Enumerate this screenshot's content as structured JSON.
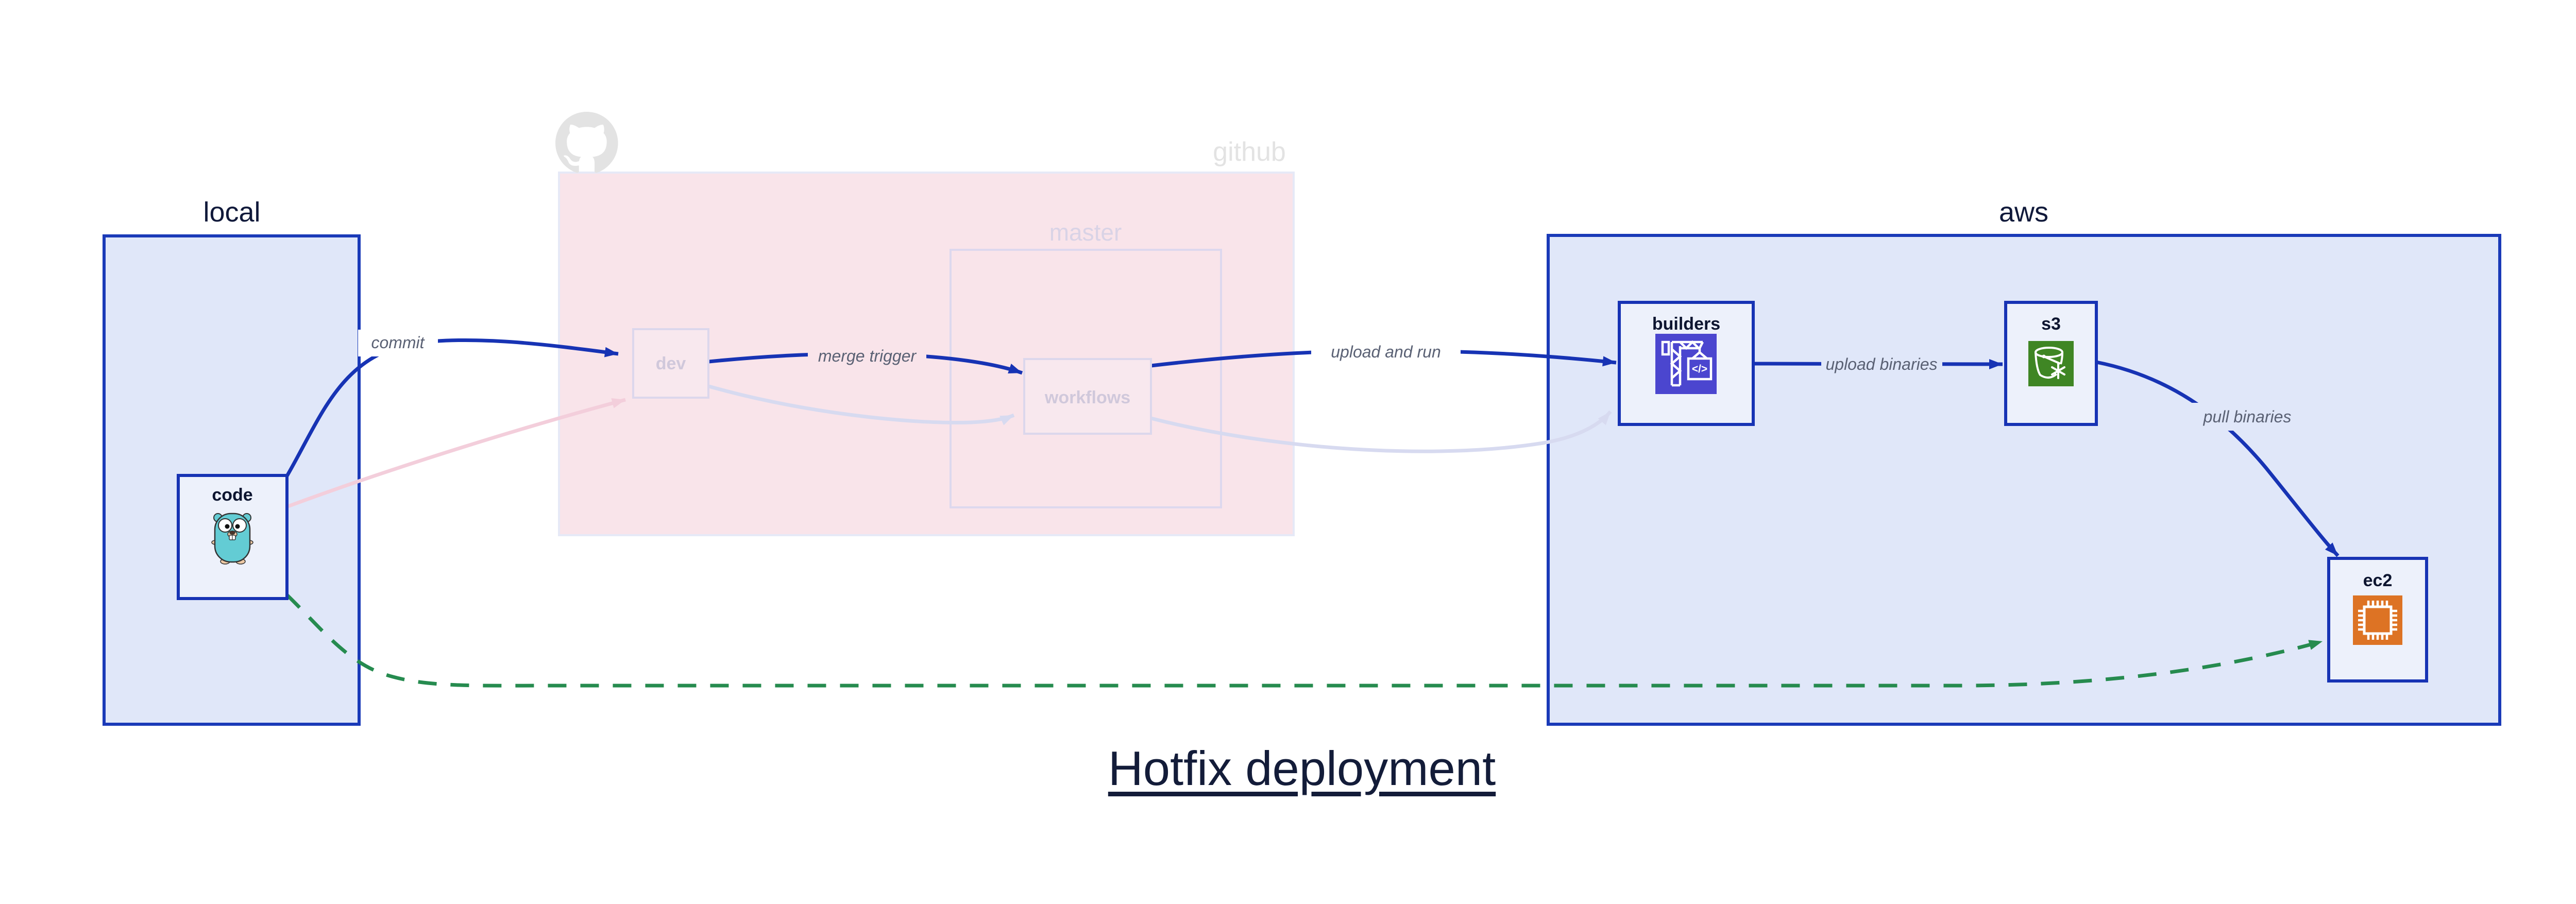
{
  "title": "Hotfix deployment",
  "containers": {
    "local": {
      "label": "local"
    },
    "github": {
      "label": "github",
      "master_label": "master"
    },
    "aws": {
      "label": "aws"
    }
  },
  "nodes": {
    "code": {
      "label": "code",
      "icon": "go-gopher-icon"
    },
    "dev": {
      "label": "dev"
    },
    "workflows": {
      "label": "workflows"
    },
    "builders": {
      "label": "builders",
      "icon": "aws-codebuild-icon",
      "icon_glyph": "</>"
    },
    "s3": {
      "label": "s3",
      "icon": "aws-s3-glacier-bucket-icon"
    },
    "ec2": {
      "label": "ec2",
      "icon": "aws-ec2-chip-icon"
    }
  },
  "edges": {
    "commit": {
      "label": "commit",
      "from": "code",
      "to": "dev",
      "style": "solid-blue"
    },
    "merge_trigger": {
      "label": "merge trigger",
      "from": "dev",
      "to": "workflows",
      "style": "solid-blue"
    },
    "upload_and_run": {
      "label": "upload and run",
      "from": "workflows",
      "to": "builders",
      "style": "solid-blue"
    },
    "upload_binaries": {
      "label": "upload binaries",
      "from": "builders",
      "to": "s3",
      "style": "solid-blue"
    },
    "pull_binaries": {
      "label": "pull binaries",
      "from": "s3",
      "to": "ec2",
      "style": "solid-blue"
    },
    "hotfix_direct": {
      "label": "",
      "from": "code",
      "to": "ec2",
      "style": "dashed-green"
    },
    "faded_code_to_dev": {
      "label": "",
      "from": "code",
      "to": "dev",
      "style": "faded-pink"
    },
    "faded_dev_to_workflows": {
      "label": "",
      "from": "dev",
      "to": "workflows",
      "style": "faded-lavender"
    },
    "faded_workflows_to_builders": {
      "label": "",
      "from": "workflows",
      "to": "builders",
      "style": "faded-lavender"
    }
  },
  "colors": {
    "flow_blue": "#1733b4",
    "container_border_blue": "#1a3ab8",
    "local_aws_fill": "#e0e7f9",
    "node_fill": "#edf1fb",
    "github_fill": "#f9e4ea",
    "faded_pink_edge": "#f3cedb",
    "faded_lavender_edge": "#d7daf0",
    "hotfix_green": "#268b4f",
    "edge_label_gray": "#5a6174",
    "dark_navy_text": "#10193a",
    "faded_text": "#d0c8db",
    "github_gray": "#e3e3e3",
    "codebuild_purple": "#4b46cf",
    "s3_green": "#3f8624",
    "ec2_orange": "#dd7324"
  }
}
